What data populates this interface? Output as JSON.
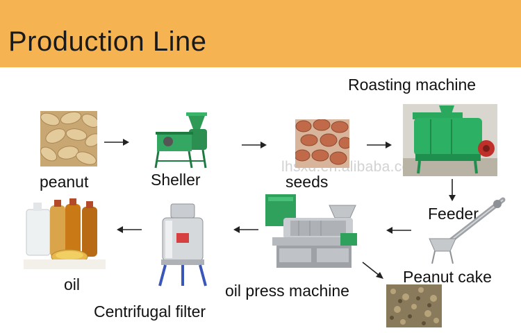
{
  "header": {
    "title": "Production Line",
    "background": "#f6b352"
  },
  "labels": {
    "peanut": "peanut",
    "sheller": "Sheller",
    "seeds": "seeds",
    "roasting_machine": "Roasting machine",
    "feeder": "Feeder",
    "peanut_cake": "Peanut cake",
    "oil_press_machine": "oil press machine",
    "centrifugal_filter": "Centrifugal filter",
    "oil": "oil"
  },
  "watermark": "lhsxd.en.alibaba.com",
  "colors": {
    "machine_green": "#28a35a",
    "steel": "#b8bcc0",
    "peanut_shell": "#d9bd8a",
    "seed_red": "#c06a4a",
    "oil_amber": "#c97a16"
  },
  "flow_order": [
    "peanut",
    "sheller",
    "seeds",
    "roasting_machine",
    "feeder",
    "oil_press_machine",
    "centrifugal_filter",
    "oil"
  ]
}
